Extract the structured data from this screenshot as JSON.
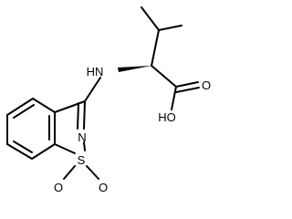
{
  "molecule": {
    "atoms": {
      "amine": "HN",
      "hydroxyl": "HO",
      "carbonyl_oxygen": "O",
      "ring_nitrogen": "N",
      "sulfur": "S",
      "sulfonyl_oxygen_left": "O",
      "sulfonyl_oxygen_right": "O"
    },
    "colors": {
      "bond": "#000000",
      "label": "#000000",
      "background": "#ffffff"
    }
  }
}
